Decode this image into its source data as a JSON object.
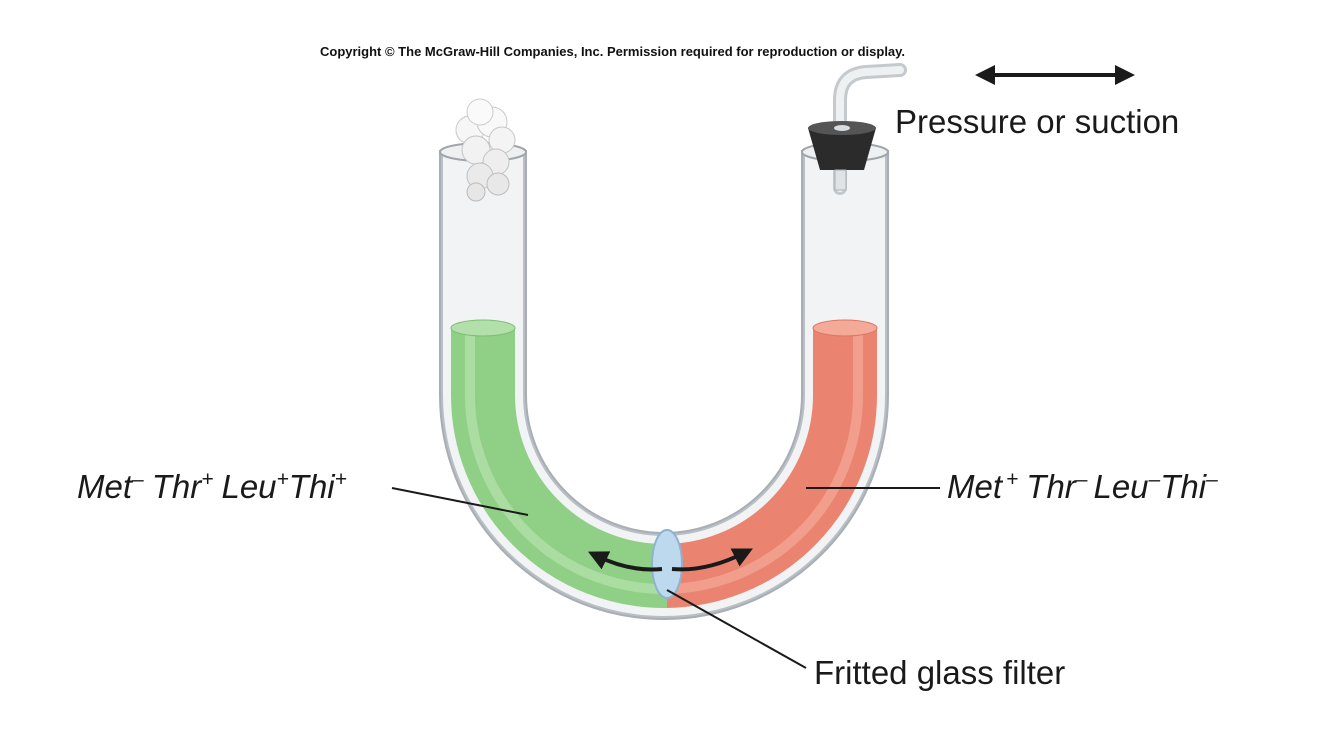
{
  "copyright": "Copyright © The McGraw-Hill Companies, Inc. Permission required for reproduction or display.",
  "labels": {
    "pressure": "Pressure or suction",
    "filter": "Fritted glass filter"
  },
  "left_strain": {
    "met": "Met",
    "met_sup": "–",
    "thr": "Thr",
    "thr_sup": "+",
    "leu": "Leu",
    "leu_sup": "+",
    "thi": "Thi",
    "thi_sup": "+"
  },
  "right_strain": {
    "met": "Met",
    "met_sup": "+",
    "thr": "Thr",
    "thr_sup": "–",
    "leu": "Leu",
    "leu_sup": "–",
    "thi": "Thi",
    "thi_sup": "–"
  },
  "colors": {
    "left_medium": "#8fcf86",
    "right_medium": "#ea8470",
    "filter": "#bcd9ee",
    "stopper": "#2b2b2b",
    "glass": "#d6dadd"
  }
}
